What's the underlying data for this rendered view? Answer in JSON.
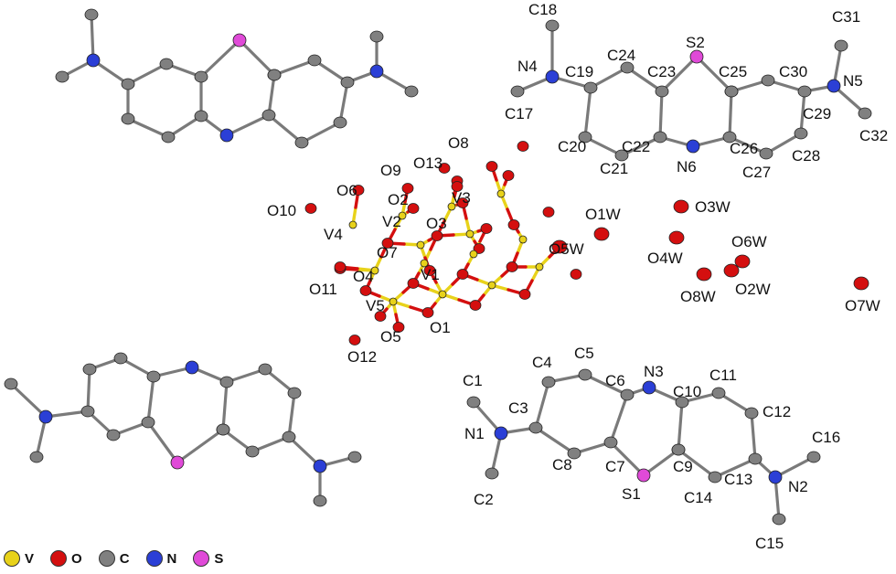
{
  "colors": {
    "V": "#e8d21a",
    "O": "#d40f0f",
    "C": "#808080",
    "N": "#2b3fd6",
    "S": "#e04ad8",
    "bond": "#7a7a7a"
  },
  "legend": [
    {
      "element": "V",
      "label": "V"
    },
    {
      "element": "O",
      "label": "O"
    },
    {
      "element": "C",
      "label": "C"
    },
    {
      "element": "N",
      "label": "N"
    },
    {
      "element": "S",
      "label": "S"
    }
  ],
  "labels": {
    "phenB": [
      "C18",
      "N4",
      "C19",
      "C24",
      "C23",
      "S2",
      "C25",
      "C30",
      "C31",
      "N5",
      "C17",
      "C29",
      "C32",
      "C20",
      "C22",
      "N6",
      "C26",
      "C21",
      "C27",
      "C28"
    ],
    "phenD": [
      "C1",
      "N1",
      "C3",
      "C4",
      "C5",
      "C6",
      "N3",
      "C10",
      "C11",
      "C12",
      "C16",
      "C8",
      "C7",
      "C9",
      "C13",
      "N2",
      "C2",
      "S1",
      "C14",
      "C15"
    ],
    "cluster": [
      "O8",
      "O13",
      "O9",
      "O6",
      "O2",
      "V3",
      "O10",
      "V2",
      "O3",
      "V4",
      "O7",
      "O4",
      "V1",
      "O11",
      "V5",
      "O5",
      "O1",
      "O12",
      "O5W",
      "O1W"
    ],
    "water": [
      "O3W",
      "O4W",
      "O6W",
      "O8W",
      "O2W",
      "O7W"
    ]
  }
}
